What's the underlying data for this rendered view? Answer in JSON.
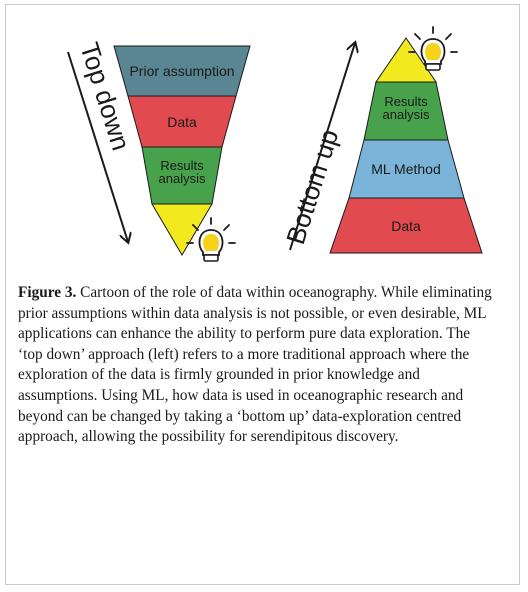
{
  "figure": {
    "top_down": {
      "arrow_label": "Top down",
      "layers": [
        {
          "label_lines": [
            "Prior assumption"
          ],
          "color": "#5a8593"
        },
        {
          "label_lines": [
            "Data"
          ],
          "color": "#e14a4e"
        },
        {
          "label_lines": [
            "Results",
            "analysis"
          ],
          "color": "#48a24b"
        },
        {
          "label_lines": [],
          "color": "#f2ea1f"
        }
      ],
      "icon": "lightbulb-icon"
    },
    "bottom_up": {
      "arrow_label": "Bottom up",
      "layers": [
        {
          "label_lines": [],
          "color": "#f2ea1f"
        },
        {
          "label_lines": [
            "Results",
            "analysis"
          ],
          "color": "#48a24b"
        },
        {
          "label_lines": [
            "ML Method"
          ],
          "color": "#7ab4d8"
        },
        {
          "label_lines": [
            "Data"
          ],
          "color": "#e14a4e"
        }
      ],
      "icon": "lightbulb-icon"
    }
  },
  "caption": {
    "lead": "Figure 3.",
    "text": " Cartoon of the role of data within oceanography. While eliminating prior assumptions within data analysis is not possible, or even desirable, ML applications can enhance the ability to perform pure data exploration. The ‘top down’ approach (left) refers to a more traditional approach where the exploration of the data is firmly grounded in prior knowledge and assumptions. Using ML, how data is used in oceanographic research and beyond can be changed by taking a ‘bottom up’ data-exploration centred approach, allowing the possibility for serendipitous discovery."
  }
}
